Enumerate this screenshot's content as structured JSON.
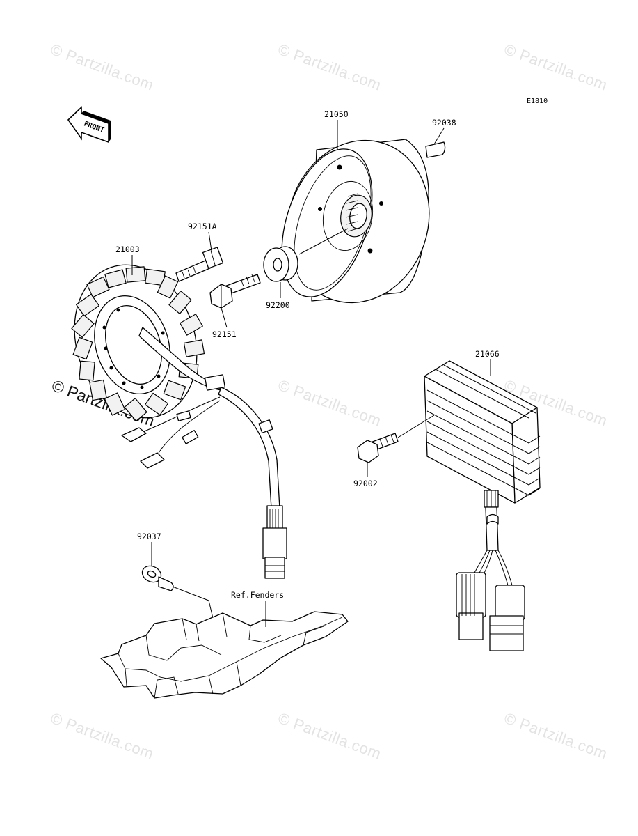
{
  "diagram_code": "E1810",
  "front_arrow_text": "FRONT",
  "watermark_text": "© Partzilla.com",
  "callouts": [
    {
      "id": "21050",
      "text": "21050"
    },
    {
      "id": "92038",
      "text": "92038"
    },
    {
      "id": "92151A",
      "text": "92151A"
    },
    {
      "id": "21003",
      "text": "21003"
    },
    {
      "id": "92200",
      "text": "92200"
    },
    {
      "id": "92151",
      "text": "92151"
    },
    {
      "id": "21066",
      "text": "21066"
    },
    {
      "id": "92002",
      "text": "92002"
    },
    {
      "id": "92037",
      "text": "92037"
    },
    {
      "id": "ref-fenders",
      "text": "Ref.Fenders"
    }
  ]
}
